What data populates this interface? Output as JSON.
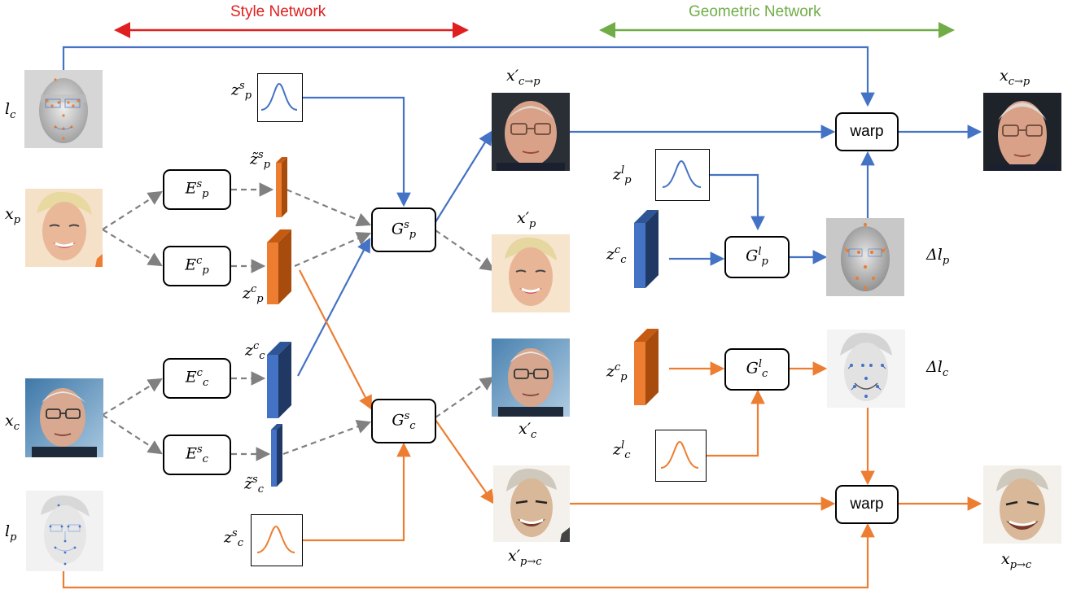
{
  "header": {
    "style_network": "Style Network",
    "geometric_network": "Geometric Network"
  },
  "colors": {
    "style_red": "#e02020",
    "geometric_green": "#70ad47",
    "blue": "#4472c4",
    "orange": "#ed7d31",
    "gray": "#808080"
  },
  "labels": {
    "l_c": {
      "base": "l",
      "sub": "c"
    },
    "x_p": {
      "base": "x",
      "sub": "p"
    },
    "x_c": {
      "base": "x",
      "sub": "c"
    },
    "l_p": {
      "base": "l",
      "sub": "p"
    },
    "z_p_s": {
      "base": "z",
      "sup": "s",
      "sub": "p"
    },
    "z_c_s": {
      "base": "z",
      "sup": "s",
      "sub": "c"
    },
    "zt_p_s": {
      "base": "z̃",
      "sup": "s",
      "sub": "p"
    },
    "z_p_c": {
      "base": "z",
      "sup": "c",
      "sub": "p"
    },
    "z_c_c": {
      "base": "z",
      "sup": "c",
      "sub": "c"
    },
    "zt_c_s": {
      "base": "z̃",
      "sup": "s",
      "sub": "c"
    },
    "x_prime_c_to_p": {
      "base": "x′",
      "sub": "c→p"
    },
    "x_prime_p": {
      "base": "x′",
      "sub": "p"
    },
    "x_prime_c": {
      "base": "x′",
      "sub": "c"
    },
    "x_prime_p_to_c": {
      "base": "x′",
      "sub": "p→c"
    },
    "x_c_to_p": {
      "base": "x",
      "sub": "c→p"
    },
    "x_p_to_c": {
      "base": "x",
      "sub": "p→c"
    },
    "z_p_l": {
      "base": "z",
      "sup": "l",
      "sub": "p"
    },
    "z_c_l": {
      "base": "z",
      "sup": "l",
      "sub": "c"
    },
    "geo_z_c_c": {
      "base": "z",
      "sup": "c",
      "sub": "c"
    },
    "geo_z_p_c": {
      "base": "z",
      "sup": "c",
      "sub": "p"
    },
    "delta_l_p": {
      "base": "Δl",
      "sub": "p"
    },
    "delta_l_c": {
      "base": "Δl",
      "sub": "c"
    }
  },
  "boxes": {
    "E_p_s": {
      "base": "E",
      "sup": "s",
      "sub": "p"
    },
    "E_p_c": {
      "base": "E",
      "sup": "c",
      "sub": "p"
    },
    "E_c_c": {
      "base": "E",
      "sup": "c",
      "sub": "c"
    },
    "E_c_s": {
      "base": "E",
      "sup": "s",
      "sub": "c"
    },
    "G_p_s": {
      "base": "G",
      "sup": "s",
      "sub": "p"
    },
    "G_c_s": {
      "base": "G",
      "sup": "s",
      "sub": "c"
    },
    "G_p_l": {
      "base": "G",
      "sup": "l",
      "sub": "p"
    },
    "G_c_l": {
      "base": "G",
      "sup": "l",
      "sub": "c"
    },
    "warp_top": "warp",
    "warp_bottom": "warp"
  },
  "images": {
    "l_c": "landmarks-c",
    "x_p": "photo-pink-face",
    "x_c": "photo-old-man-face",
    "l_p": "landmarks-p",
    "x_prime_c_to_p": "photo-old-man-styled",
    "x_prime_p": "photo-pink-reconstructed",
    "x_prime_c": "photo-old-man-reconstructed",
    "x_prime_p_to_c": "caricature-pink-styled",
    "delta_l_p": "landmark-displacement-p",
    "delta_l_c": "landmark-displacement-c",
    "x_c_to_p": "caricature-old-man-warped",
    "x_p_to_c": "caricature-pink-warped"
  }
}
